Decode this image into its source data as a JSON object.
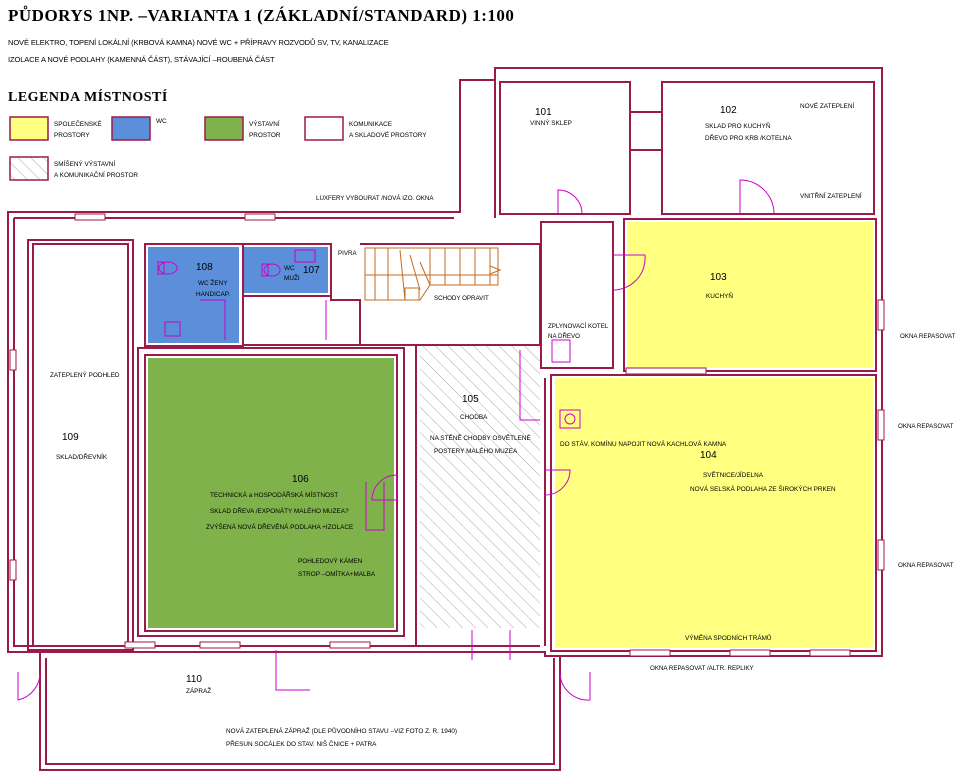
{
  "title": "PŮDORYS 1NP. –VARIANTA 1 (ZÁKLADNÍ/STANDARD) 1:100",
  "subtitle_1": "NOVÉ ELEKTRO, TOPENÍ LOKÁLNÍ (KRBOVÁ KAMNA) NOVÉ WC + PŘÍPRAVY ROZVODŮ SV, TV, KANALIZACE",
  "subtitle_2": "IZOLACE A NOVÉ PODLAHY (KAMENNÁ ČÁST), STÁVAJÍCÍ –ROUBENÁ ČÁST",
  "legend": {
    "title": "LEGENDA MÍSTNOSTÍ",
    "items": [
      {
        "l1": "SPOLEČENSKÉ",
        "l2": "PROSTORY",
        "color": "#ffff80"
      },
      {
        "l1": "WC",
        "l2": "",
        "color": "#5b8fd9"
      },
      {
        "l1": "VÝSTAVNÍ",
        "l2": "PROSTOR",
        "color": "#7fb24b"
      },
      {
        "l1": "KOMUNIKACE",
        "l2": "A SKLADOVÉ PROSTORY",
        "color": "#ffffff"
      },
      {
        "l1": "SMÍŠENÝ VÝSTAVNÍ",
        "l2": "A KOMUNIKAČNÍ PROSTOR",
        "color": "hatch"
      }
    ]
  },
  "colors": {
    "wall": "#9c1a4a",
    "door": "#cc00cc",
    "stair": "#c56a1f",
    "yellow": "#ffff80",
    "blue": "#5b8fd9",
    "green": "#7fb24b",
    "hatch": "#aaaaaa"
  },
  "rooms": {
    "r101": {
      "num": "101",
      "name": "VINNÝ SKLEP"
    },
    "r102": {
      "num": "102",
      "l1": "SKLAD PRO KUCHYŇ",
      "l2": "DŘEVO PRO KRB /KOTELNA",
      "note_top": "NOVÉ ZATEPLENÍ",
      "note_bottom": "VNITŘNÍ ZATEPLENÍ"
    },
    "r103": {
      "num": "103",
      "name": "KUCHYŇ"
    },
    "r104": {
      "num": "104",
      "l1": "SVĚTNICE/JÍDELNA",
      "l2": "NOVÁ SELSKÁ PODLAHA ZE ŠIROKÝCH PRKEN",
      "note_stove": "DO STÁV. KOMÍNU NAPOJIT NOVÁ KACHLOVÁ KAMNA",
      "note_beams": "VÝMĚNA SPODNÍCH TRÁMŮ"
    },
    "r105": {
      "num": "105",
      "l1": "CHODBA",
      "l2": "NA STĚNĚ CHODBY OSVĚTLENÉ",
      "l3": "POSTERY MALÉHO MUZEA"
    },
    "r106": {
      "num": "106",
      "l1": "TECHNICKÁ a HOSPODÁŘSKÁ MÍSTNOST",
      "l2": "SKLAD DŘEVA /EXPONÁTY MALÉHO MUZEA?",
      "l3": "ZVÝŠENÁ NOVÁ DŘEVĚNÁ PODLAHA +IZOLACE",
      "l4": "POHLEDOVÝ KÁMEN",
      "l5": "STROP –OMÍTKA+MALBA"
    },
    "r107": {
      "num": "107",
      "l1": "WC",
      "l2": "MUŽI"
    },
    "r108": {
      "num": "108",
      "l1": "WC ŽENY",
      "l2": "HANDICAP."
    },
    "r109": {
      "num": "109",
      "name": "SKLAD/DŘEVNÍK",
      "note": "ZATEPLENÝ PODHLED"
    },
    "r110": {
      "num": "110",
      "name": "ZÁPRAŽ",
      "l1": "NOVÁ ZATEPLENÁ ZÁPRAŽ (DLE PŮVODNÍHO STAVU –VIZ FOTO Z. R. 1940)",
      "l2": "PŘESUN SOCÁLEK DO STAV. NIŠ ČNICE + PATRA"
    }
  },
  "notes": {
    "luxfery": "LUXFERY VYBOURAT /NOVÁ IZO. OKNA",
    "pivra": "PIVRA",
    "stairs": "SCHODY OPRAVIT",
    "boiler_1": "ZPLYNOVACÍ KOTEL",
    "boiler_2": "NA DŘEVO",
    "window_1": "OKNA REPASOVAT",
    "window_2": "OKNA REPASOVAT",
    "window_3": "OKNA REPASOVAT",
    "window_bottom": "OKNA REPASOVAT /ALTR. REPLIKY"
  }
}
